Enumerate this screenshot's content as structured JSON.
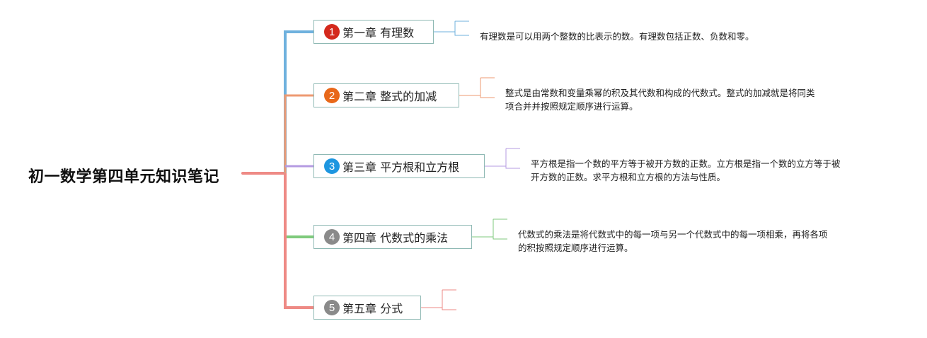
{
  "root": {
    "title": "初一数学第四单元知识笔记"
  },
  "chapters": [
    {
      "number": "1",
      "label": "第一章 有理数",
      "color": "#6fb1de",
      "badge_color": "#d4291c",
      "note": [
        "有理数是可以用两个整数的比表示的数。有理数包括正数、负数和零。"
      ]
    },
    {
      "number": "2",
      "label": "第二章 整式的加减",
      "color": "#ee9a72",
      "badge_color": "#e8681a",
      "note": [
        "整式是由常数和变量乘幂的积及其代数和构成的代数式。整式的加减就是将同类",
        "项合并并按照规定顺序进行运算。"
      ]
    },
    {
      "number": "3",
      "label": "第三章 平方根和立方根",
      "color": "#b59be2",
      "badge_color": "#1d96e0",
      "note": [
        "平方根是指一个数的平方等于被开方数的正数。立方根是指一个数的立方等于被",
        "开方数的正数。求平方根和立方根的方法与性质。"
      ]
    },
    {
      "number": "4",
      "label": "第四章 代数式的乘法",
      "color": "#7fca7c",
      "badge_color": "#8a8a8a",
      "note": [
        "代数式的乘法是将代数式中的每一项与另一个代数式中的每一项相乘，再将各项",
        "的积按照规定顺序进行运算。"
      ]
    },
    {
      "number": "5",
      "label": "第五章 分式",
      "color": "#ee8a85",
      "badge_color": "#8a8a8a",
      "note": []
    }
  ]
}
